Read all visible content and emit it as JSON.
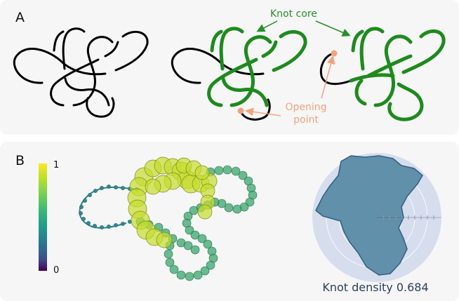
{
  "panel_a": {
    "letter": "A",
    "label_knot_core": "Knot core",
    "label_opening_line1": "Opening",
    "label_opening_line2": "point",
    "colors": {
      "knot": "#000000",
      "core": "#1e8a1e",
      "annotation_core": "#2a8f2a",
      "opening": "#f4a27c"
    }
  },
  "panel_b": {
    "letter": "B",
    "colorbar": {
      "max_label": "1",
      "min_label": "0",
      "colormap": "viridis"
    },
    "polar": {
      "fill": "#5b8ba8",
      "edge": "#3c6a87",
      "background": "#d6dded"
    },
    "density_text": "Knot density 0.684"
  }
}
